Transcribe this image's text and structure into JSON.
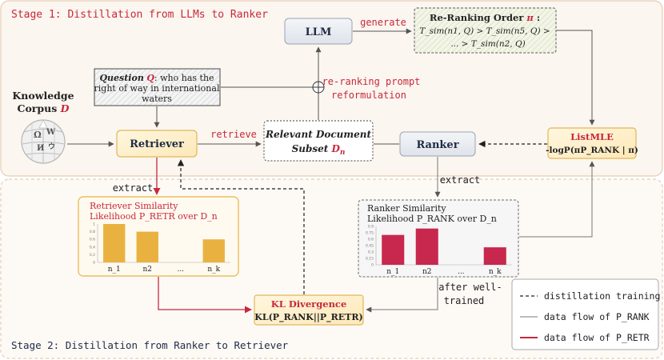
{
  "stage1": {
    "title": "Stage 1: Distillation from LLMs to Ranker"
  },
  "stage2": {
    "title": "Stage 2: Distillation from Ranker to Retriever"
  },
  "corpus": {
    "line1": "Knowledge",
    "line2": "Corpus",
    "symbol": "D"
  },
  "question": {
    "prefix": "Question",
    "symbol": "Q",
    "line1_rest": ": who has the",
    "line2": "right of way in international",
    "line3": "waters"
  },
  "retriever": {
    "label": "Retriever"
  },
  "llm": {
    "label": "LLM"
  },
  "ranker": {
    "label": "Ranker"
  },
  "relevant_docs": {
    "line1": "Relevant Document",
    "line2": "Subset",
    "symbol": "D",
    "sub": "n"
  },
  "reranking_order": {
    "title": "Re-Ranking Order",
    "pi": "π",
    "colon": " :",
    "line2": "T_sim(n1, Q) > T_sim(n5, Q) >",
    "line3": "... > T_sim(n2, Q)"
  },
  "listmle": {
    "title": "ListMLE",
    "formula": "-logP(πP_RANK | π)"
  },
  "edges": {
    "generate": "generate",
    "retrieve": "retrieve",
    "reformulation_1": "re-ranking prompt",
    "reformulation_2": "reformulation",
    "extract_left": "extract",
    "extract_right": "extract",
    "after_1": "after well-",
    "after_2": "trained"
  },
  "retr_chart": {
    "title_line1": "Retriever Similarity",
    "title_line2": "Likelihood P_RETR over D_n"
  },
  "rank_chart": {
    "title_line1": "Ranker Similarity",
    "title_line2": "Likelihood P_RANK over D_n"
  },
  "kl": {
    "title": "KL Divergence",
    "formula": "KL(P_RANK||P_RETR)"
  },
  "legend": {
    "items": [
      {
        "label": "distillation training"
      },
      {
        "label": "data flow of P_RANK"
      },
      {
        "label": "data flow of P_RETR"
      }
    ]
  },
  "colors": {
    "red": "#c8283c",
    "gold": "#e9b240",
    "crimson": "#c8284e",
    "navy": "#1f2a44",
    "stage_fill": "#fbf6ef",
    "stage_border": "#e6cdb5"
  },
  "chart_data": [
    {
      "type": "bar",
      "title": "Retriever Similarity Likelihood P_RETR over D_n",
      "categories": [
        "n_1",
        "n2",
        "...",
        "n_k"
      ],
      "values": [
        1.0,
        0.8,
        null,
        0.6
      ],
      "ylim": [
        0,
        1
      ],
      "yticks": [
        "1",
        "0.8",
        "0.6",
        "0.4",
        "0.2",
        "0"
      ]
    },
    {
      "type": "bar",
      "title": "Ranker Similarity Likelihood P_RANK over D_n",
      "categories": [
        "n_1",
        "n2",
        "...",
        "n_k"
      ],
      "values": [
        0.7,
        0.85,
        null,
        0.41
      ],
      "ylim": [
        0,
        0.9
      ],
      "yticks": [
        "0.9",
        "0.75",
        "0.6",
        "0.45",
        "0.3",
        "0.15",
        "0"
      ]
    }
  ]
}
